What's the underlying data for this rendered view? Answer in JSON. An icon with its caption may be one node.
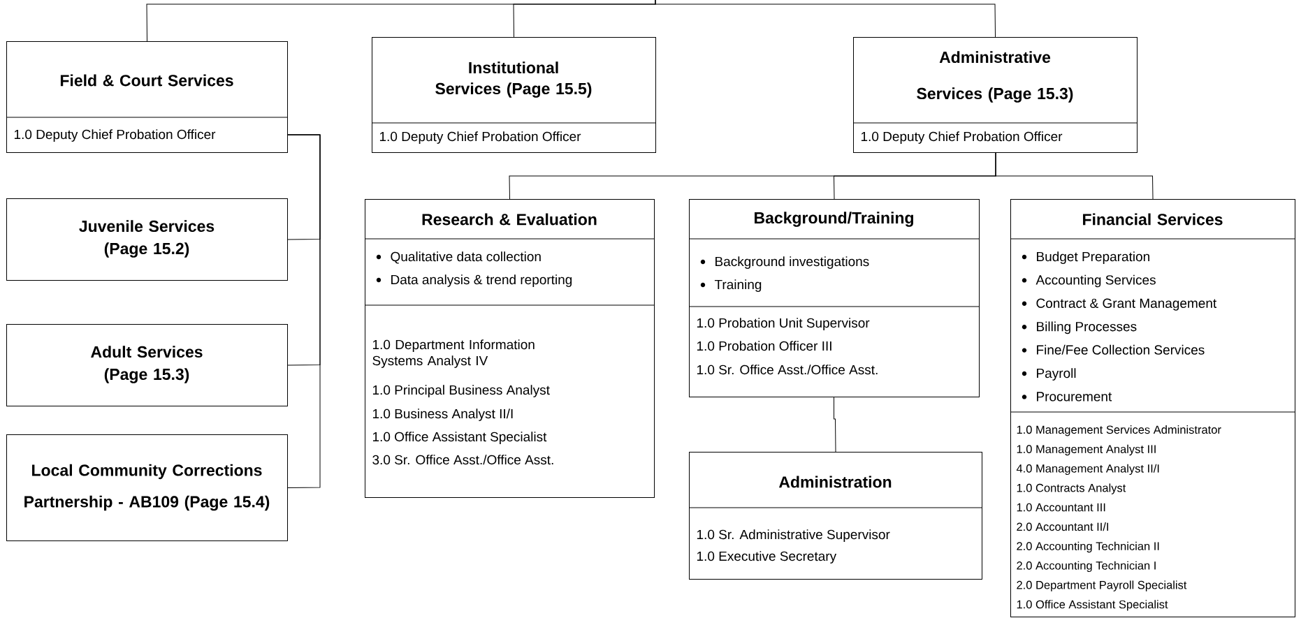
{
  "diagram": {
    "nodes": [
      {
        "text": [
          "Field & Court Services",
          "1.0 Deputy Chief Probation Officer"
        ]
      },
      {
        "text": [
          "Institutional Services (Page 15.5)",
          "1.0 Deputy Chief Probation Officer"
        ]
      },
      {
        "text": [
          "Administrative Services (Page 15.3)",
          "1.0 Deputy Chief Probation Officer"
        ]
      },
      {
        "text": [
          "Juvenile Services (Page 15.2)"
        ]
      },
      {
        "text": [
          "Adult Services (Page 15.3)"
        ]
      },
      {
        "text": [
          "Local Community Corrections Partnership - AB109 (Page 15.4)"
        ]
      },
      {
        "text": [
          "Research & Evaluation",
          "Qualitative data collection",
          "Data analysis & trend reporting",
          "1.0 Department Information Systems Analyst IV",
          "1.0 Principal Business Analyst",
          "1.0 Business Analyst II/I",
          "1.0 Office Assistant Specialist",
          "3.0 Sr. Office Asst./Office Asst."
        ]
      },
      {
        "text": [
          "Background/Training",
          "Background investigations",
          "Training",
          "1.0 Probation Unit Supervisor",
          "1.0 Probation Officer III",
          "1.0 Sr. Office Asst./Office Asst."
        ]
      },
      {
        "text": [
          "Financial Services",
          "Budget Preparation",
          "Accounting Services",
          "Contract & Grant Management",
          "Billing Processes",
          "Fine/Fee Collection Services",
          "Payroll",
          "Procurement",
          "1.0 Management Services Administrator",
          "1.0 Management Analyst III",
          "4.0 Management Analyst II/I",
          "1.0 Contracts Analyst",
          "1.0 Accountant III",
          "2.0 Accountant II/I",
          "2.0 Accounting Technician II",
          "2.0 Accounting Technician I",
          "2.0 Department Payroll Specialist",
          "1.0 Office Assistant Specialist"
        ]
      },
      {
        "text": [
          "Administration",
          "1.0 Sr. Administrative Supervisor",
          "1.0 Executive Secretary"
        ]
      }
    ],
    "edges": [
      {
        "from": null,
        "to": 0,
        "arrow": "none"
      },
      {
        "from": null,
        "to": 1,
        "arrow": "none"
      },
      {
        "from": null,
        "to": 2,
        "arrow": "none"
      },
      {
        "from": 0,
        "to": 3,
        "arrow": "none"
      },
      {
        "from": 0,
        "to": 4,
        "arrow": "none"
      },
      {
        "from": 0,
        "to": 5,
        "arrow": "none"
      },
      {
        "from": 2,
        "to": 6,
        "arrow": "none"
      },
      {
        "from": 2,
        "to": 7,
        "arrow": "none"
      },
      {
        "from": 2,
        "to": 8,
        "arrow": "none"
      },
      {
        "from": 7,
        "to": 9,
        "arrow": "none"
      }
    ]
  }
}
